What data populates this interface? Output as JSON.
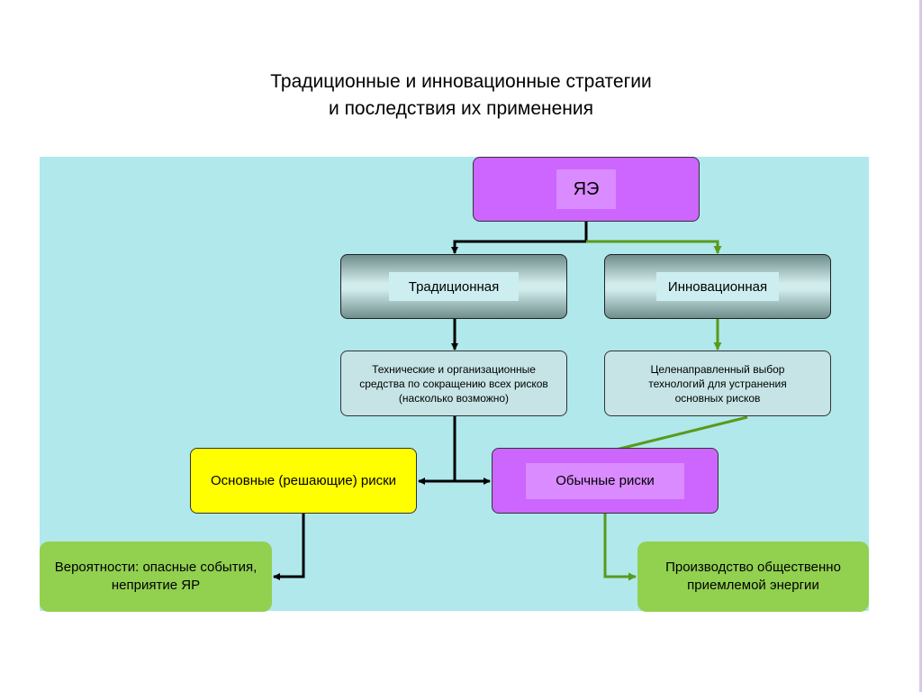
{
  "title": {
    "line1": "Традиционные и инновационные стратегии",
    "line2": "и последствия их применения"
  },
  "nodes": {
    "root": "ЯЭ",
    "traditional": "Традиционная",
    "innovative": "Инновационная",
    "traditional_means": "Технические и организационные средства по сокращению всех рисков (насколько возможно)",
    "innovative_means": "Целенаправленный выбор технологий для устранения основных рисков",
    "main_risks": "Основные (решающие) риски",
    "usual_risks": "Обычные риски",
    "probabilities": "Вероятности: опасные события, неприятие ЯР",
    "production": "Производство общественно приемлемой энергии"
  },
  "colors": {
    "background_panel": "#b0e8ec",
    "root_fill": "#cc66ff",
    "main_risk_fill": "#ffff00",
    "outcome_fill": "#92d050",
    "traditional_arrow": "#000000",
    "innovative_arrow": "#5a9a1a"
  }
}
